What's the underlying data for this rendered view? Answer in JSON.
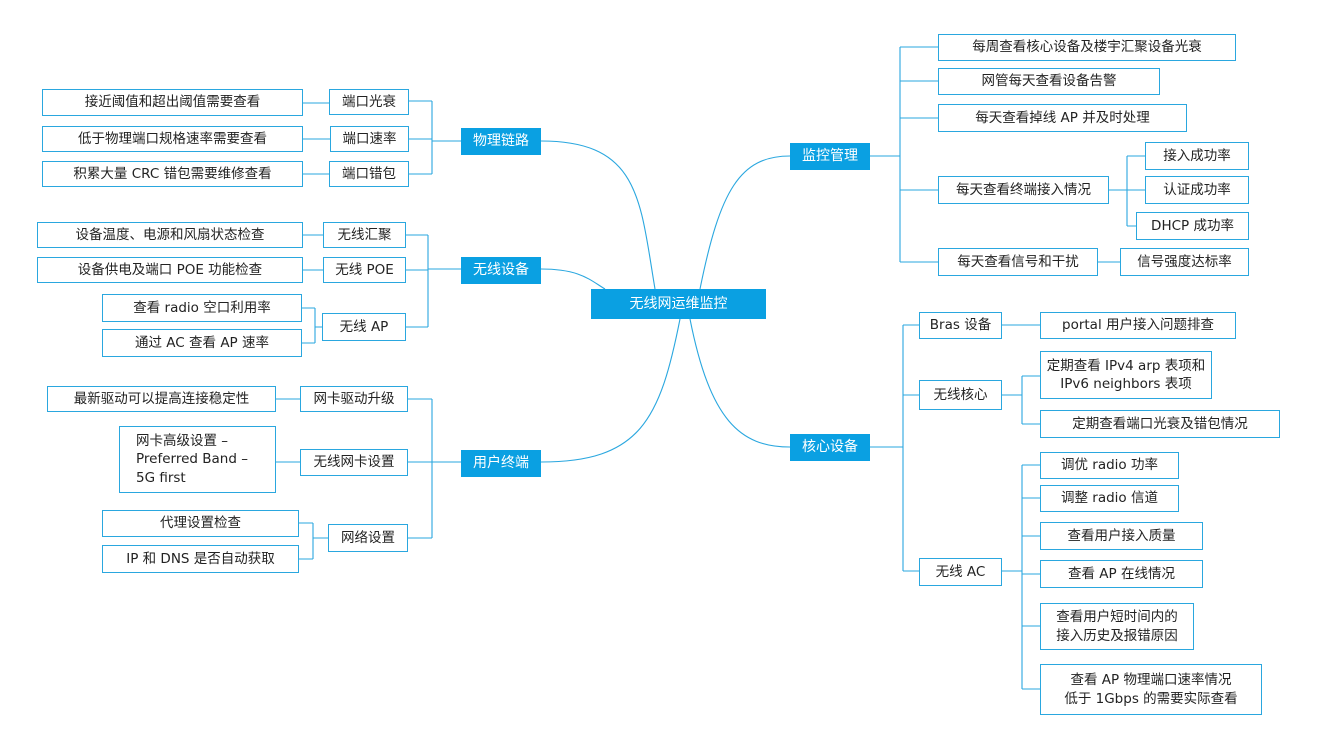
{
  "center": "无线网运维监控",
  "physical": {
    "title": "物理链路",
    "items": [
      {
        "label": "端口光衰",
        "detail": "接近阈值和超出阈值需要查看"
      },
      {
        "label": "端口速率",
        "detail": "低于物理端口规格速率需要查看"
      },
      {
        "label": "端口错包",
        "detail": "积累大量 CRC 错包需要维修查看"
      }
    ]
  },
  "wireless_device": {
    "title": "无线设备",
    "agg": {
      "label": "无线汇聚",
      "detail": "设备温度、电源和风扇状态检查"
    },
    "poe": {
      "label": "无线 POE",
      "detail": "设备供电及端口 POE 功能检查"
    },
    "ap": {
      "label": "无线 AP",
      "details": [
        "查看 radio 空口利用率",
        "通过 AC 查看 AP 速率"
      ]
    }
  },
  "terminal": {
    "title": "用户终端",
    "driver": {
      "label": "网卡驱动升级",
      "detail": "最新驱动可以提高连接稳定性"
    },
    "nic": {
      "label": "无线网卡设置",
      "detail": [
        "网卡高级设置 –",
        "Preferred Band –",
        "5G first"
      ]
    },
    "net": {
      "label": "网络设置",
      "details": [
        "代理设置检查",
        "IP 和 DNS 是否自动获取"
      ]
    }
  },
  "monitor": {
    "title": "监控管理",
    "items": [
      "每周查看核心设备及楼宇汇聚设备光衰",
      "网管每天查看设备告警",
      "每天查看掉线 AP 并及时处理"
    ],
    "terminal_access": {
      "label": "每天查看终端接入情况",
      "details": [
        "接入成功率",
        "认证成功率",
        "DHCP 成功率"
      ]
    },
    "signal": {
      "label": "每天查看信号和干扰",
      "detail": "信号强度达标率"
    }
  },
  "core": {
    "title": "核心设备",
    "bras": {
      "label": "Bras 设备",
      "detail": "portal 用户接入问题排查"
    },
    "wcore": {
      "label": "无线核心",
      "details": [
        [
          "定期查看 IPv4 arp 表项和",
          "IPv6 neighbors 表项"
        ],
        [
          "定期查看端口光衰及错包情况"
        ]
      ]
    },
    "ac": {
      "label": "无线 AC",
      "details": [
        [
          "调优 radio 功率"
        ],
        [
          "调整 radio 信道"
        ],
        [
          "查看用户接入质量"
        ],
        [
          "查看 AP 在线情况"
        ],
        [
          "查看用户短时间内的",
          "接入历史及报错原因"
        ],
        [
          "查看 AP 物理端口速率情况",
          "低于 1Gbps 的需要实际查看"
        ]
      ]
    }
  }
}
